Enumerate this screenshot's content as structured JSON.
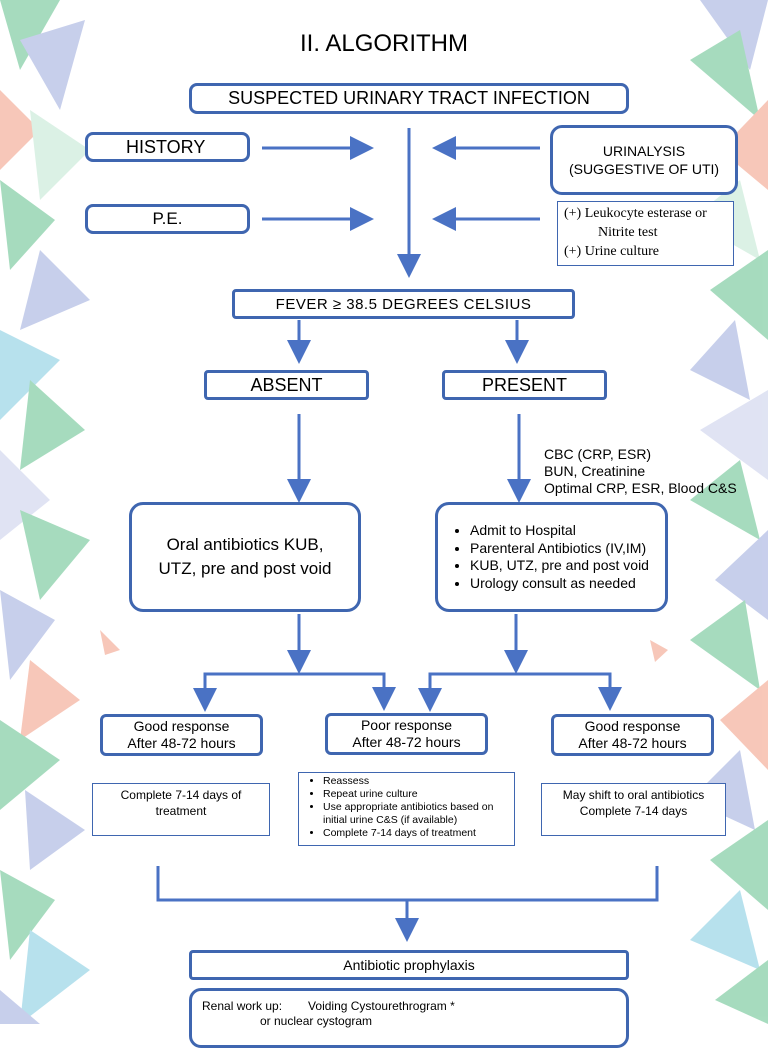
{
  "title": "II. ALGORITHM",
  "suspected": "SUSPECTED URINARY TRACT INFECTION",
  "history": "HISTORY",
  "pe": "P.E.",
  "urinalysis": {
    "line1": "URINALYSIS",
    "line2": "(SUGGESTIVE OF UTI)"
  },
  "criteria": {
    "line1": "(+) Leukocyte esterase or",
    "line2": "Nitrite test",
    "line3": "(+) Urine culture"
  },
  "fever": "FEVER ≥ 38.5 DEGREES CELSIUS",
  "absent": "ABSENT",
  "present": "PRESENT",
  "labs": [
    "CBC (CRP, ESR)",
    "BUN, Creatinine",
    "Optimal CRP, ESR, Blood C&S"
  ],
  "oral": {
    "line1": "Oral antibiotics KUB,",
    "line2": "UTZ, pre and post void"
  },
  "present_actions": [
    "Admit to Hospital",
    "Parenteral Antibiotics (IV,IM)",
    "KUB, UTZ, pre and post void",
    "Urology consult as needed"
  ],
  "outcomes": {
    "good_left": {
      "line1": "Good response",
      "line2": "After 48-72 hours"
    },
    "poor": {
      "line1": "Poor response",
      "line2": "After 48-72 hours"
    },
    "good_right": {
      "line1": "Good response",
      "line2": "After 48-72 hours"
    }
  },
  "complete_left": {
    "line1": "Complete 7-14 days of",
    "line2": "treatment"
  },
  "poor_actions": [
    "Reassess",
    "Repeat urine culture",
    "Use appropriate antibiotics based on initial urine C&S (if available)",
    "Complete 7-14 days of treatment"
  ],
  "shift": {
    "line1": "May shift to oral antibiotics",
    "line2": "Complete 7-14 days"
  },
  "prophylaxis": "Antibiotic prophylaxis",
  "renal": {
    "line1": "Renal work up:",
    "line1b": "Voiding Cystourethrogram *",
    "line2": "or nuclear cystogram"
  },
  "colors": {
    "box_border": "#3f66b0",
    "arrow": "#4a72c4"
  }
}
